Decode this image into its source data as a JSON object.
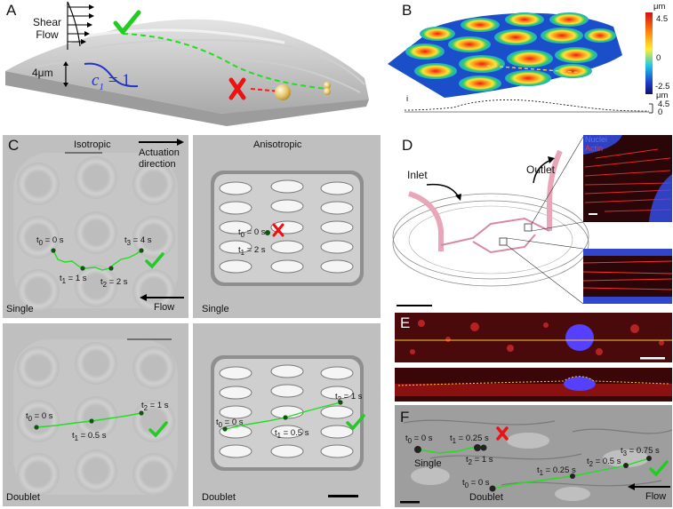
{
  "panels": {
    "A": {
      "label": "A",
      "shear_label_1": "Shear",
      "shear_label_2": "Flow",
      "height_label": "4μm",
      "curve_label": "c",
      "curve_subscript": "1",
      "curve_suffix": " = 1"
    },
    "B": {
      "label": "B",
      "colorbar_unit": "μm",
      "colorbar_max": "4.5",
      "colorbar_mid": "0",
      "colorbar_min": "-2.5",
      "profile_marker": "i",
      "profile_unit": "μm",
      "profile_max": "4.5",
      "profile_min": "0"
    },
    "C": {
      "label": "C",
      "col1_title": "Isotropic",
      "col2_title": "Anisotropic",
      "actuation_1": "Actuation",
      "actuation_2": "direction",
      "flow": "Flow",
      "row1": "Single",
      "row2": "Doublet",
      "tl_times": [
        "t",
        "0",
        " = 0 s",
        "t",
        "1",
        " = 1 s",
        "t",
        "2",
        " = 2 s",
        "t",
        "3",
        " = 4 s"
      ],
      "tr_times": [
        "t",
        "0",
        " = 0 s",
        "t",
        "1",
        " = 2 s"
      ],
      "bl_times": [
        "t",
        "0",
        " = 0 s",
        "t",
        "1",
        " = 0.5 s",
        "t",
        "2",
        " = 1 s"
      ],
      "br_times": [
        "t",
        "0",
        " = 0 s",
        "t",
        "1",
        " = 0.5 s",
        "t",
        "2",
        " = 1 s"
      ]
    },
    "D": {
      "label": "D",
      "inlet": "Inlet",
      "outlet": "Outlet",
      "nuclei": "Nuclei",
      "actin": "Actin"
    },
    "E": {
      "label": "E"
    },
    "F": {
      "label": "F",
      "single": "Single",
      "doublet": "Doublet",
      "flow": "Flow",
      "single_times": [
        "t",
        "0",
        " = 0 s",
        "t",
        "1",
        " = 0.25 s",
        "t",
        "2",
        " = 1 s"
      ],
      "doublet_times": [
        "t",
        "0",
        " = 0 s",
        "t",
        "1",
        " = 0.25 s",
        "t",
        "2",
        " = 0.5 s",
        "t",
        "3",
        " = 0.75 s"
      ]
    }
  },
  "colors": {
    "check": "#22cc22",
    "cross": "#ee1111",
    "path_green": "#22dd22",
    "path_red": "#ee2222",
    "curve_blue": "#2233cc",
    "nuclei_blue": "#3355ff",
    "actin_red": "#ff2222"
  },
  "icons": [
    "check-icon",
    "cross-icon",
    "arrow-right-icon",
    "arrow-left-icon",
    "scale-bar"
  ]
}
